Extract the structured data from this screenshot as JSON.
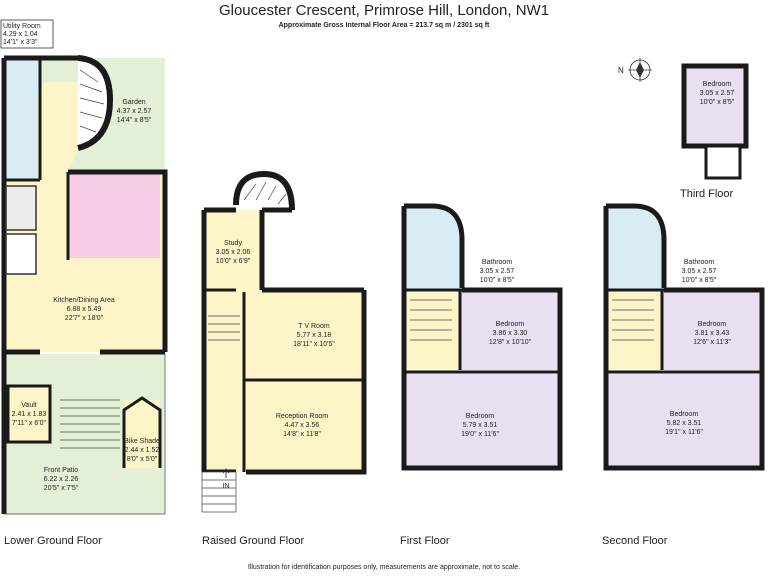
{
  "title": "Gloucester Crescent, Primrose Hill, London, NW1",
  "subtitle": "Approximate Gross Internal Floor Area = 213.7 sq m / 2301 sq ft",
  "footer": "Illustration for identification purposes only, measurements are approximate, not to scale.",
  "compass_label": "N",
  "entrance_label": "IN",
  "floors": {
    "lower_ground": "Lower Ground Floor",
    "raised_ground": "Raised Ground Floor",
    "first": "First Floor",
    "second": "Second Floor",
    "third": "Third Floor"
  },
  "rooms": {
    "utility": {
      "name": "Utility Room",
      "metric": "4.29 x 1.04",
      "imperial": "14'1\" x 3'3\""
    },
    "garden": {
      "name": "Garden",
      "metric": "4.37 x 2.57",
      "imperial": "14'4\" x 8'5\""
    },
    "kitchen": {
      "name": "Kitchen/Dining Area",
      "metric": "6.88 x 5.49",
      "imperial": "22'7\" x 18'0\""
    },
    "vault": {
      "name": "Vault",
      "metric": "2.41 x 1.83",
      "imperial": "7'11\" x 6'0\""
    },
    "bike": {
      "name": "Bike Shade",
      "metric": "2.44 x 1.52",
      "imperial": "8'0\" x 5'0\""
    },
    "patio": {
      "name": "Front Patio",
      "metric": "6.22 x 2.26",
      "imperial": "20'5\" x 7'5\""
    },
    "study": {
      "name": "Study",
      "metric": "3.05 x 2.06",
      "imperial": "10'0\" x 6'9\""
    },
    "tv": {
      "name": "T V Room",
      "metric": "5.77 x 3.18",
      "imperial": "18'11\" x 10'5\""
    },
    "reception": {
      "name": "Reception Room",
      "metric": "4.47 x 3.56",
      "imperial": "14'8\" x 11'8\""
    },
    "f1_bath": {
      "name": "Bathroom",
      "metric": "3.05 x 2.57",
      "imperial": "10'0\" x 8'5\""
    },
    "f1_bed_small": {
      "name": "Bedroom",
      "metric": "3.86 x 3.30",
      "imperial": "12'8\" x 10'10\""
    },
    "f1_bed_large": {
      "name": "Bedroom",
      "metric": "5.79 x 3.51",
      "imperial": "19'0\" x 11'6\""
    },
    "f2_bath": {
      "name": "Bathroom",
      "metric": "3.05 x 2.57",
      "imperial": "10'0\" x 8'5\""
    },
    "f2_bed_small": {
      "name": "Bedroom",
      "metric": "3.81 x 3.43",
      "imperial": "12'6\" x 11'3\""
    },
    "f2_bed_large": {
      "name": "Bedroom",
      "metric": "5.82 x 3.51",
      "imperial": "19'1\" x 11'6\""
    },
    "f3_bed": {
      "name": "Bedroom",
      "metric": "3.05 x 2.57",
      "imperial": "10'0\" x 8'5\""
    }
  },
  "colors": {
    "kitchen": "#fdf5c8",
    "garden": "#e3f0d5",
    "patio": "#e3f0d5",
    "utility": "#d7ecf5",
    "bathroom": "#d7ecf5",
    "bedroom": "#e8e0f2",
    "kitchen_units": "#f6cde6",
    "landing": "#fdf5c8",
    "wall": "#1a1a1a"
  }
}
